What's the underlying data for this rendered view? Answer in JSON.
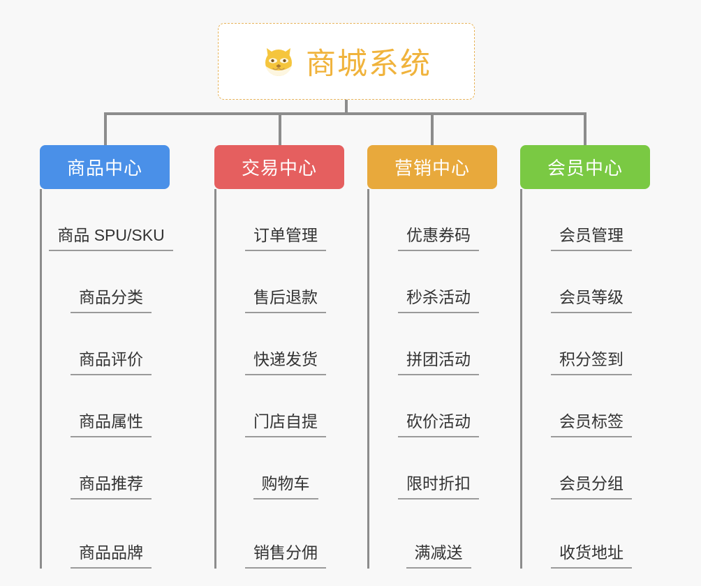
{
  "page": {
    "background_color": "#f8f8f8",
    "type": "mind-map"
  },
  "root": {
    "title": "商城系统",
    "emoji_name": "shiba-dog-face-emoji",
    "text_color": "#f0b33c",
    "border_color": "#e8b45a",
    "background_color": "#ffffff"
  },
  "connector": {
    "color": "#8c8c8c"
  },
  "columns": [
    {
      "title": "商品中心",
      "color": "#4a90e8",
      "leaves": [
        "商品 SPU/SKU",
        "商品分类",
        "商品评价",
        "商品属性",
        "商品推荐",
        "商品品牌"
      ]
    },
    {
      "title": "交易中心",
      "color": "#e55f5f",
      "leaves": [
        "订单管理",
        "售后退款",
        "快递发货",
        "门店自提",
        "购物车",
        "销售分佣"
      ]
    },
    {
      "title": "营销中心",
      "color": "#e8a93c",
      "leaves": [
        "优惠券码",
        "秒杀活动",
        "拼团活动",
        "砍价活动",
        "限时折扣",
        "满减送"
      ]
    },
    {
      "title": "会员中心",
      "color": "#7ac943",
      "leaves": [
        "会员管理",
        "会员等级",
        "积分签到",
        "会员标签",
        "会员分组",
        "收货地址"
      ]
    }
  ]
}
